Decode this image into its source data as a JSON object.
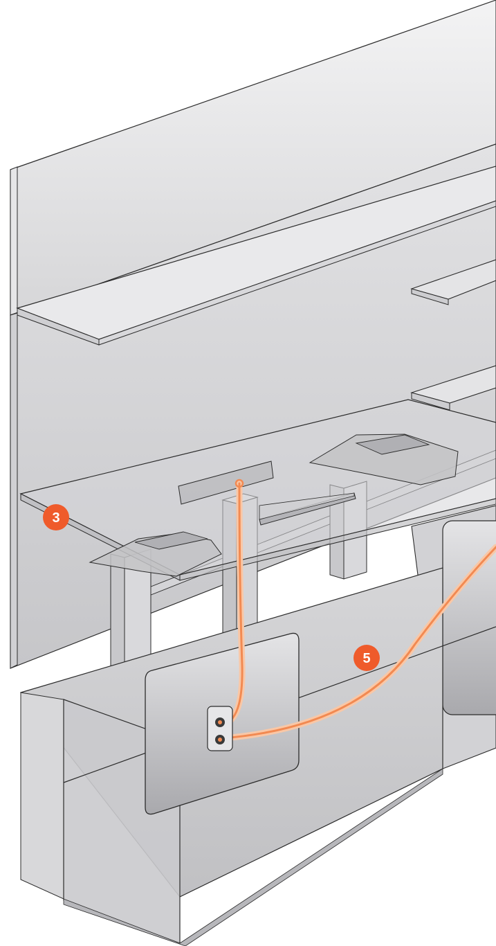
{
  "colors": {
    "background": "#ffffff",
    "panel_light": "#eeeeef",
    "panel_mid": "#d9d9db",
    "panel_dark": "#bdbdc0",
    "outline": "#2b2b2b",
    "cable": "#f28a52",
    "cable_glow": "#f9c7a6",
    "callout": "#ef5b2b"
  },
  "callouts": [
    {
      "id": "callout-3",
      "label": "3"
    },
    {
      "id": "callout-5",
      "label": "5"
    }
  ],
  "icons": [
    "cable-outlet-icon"
  ]
}
